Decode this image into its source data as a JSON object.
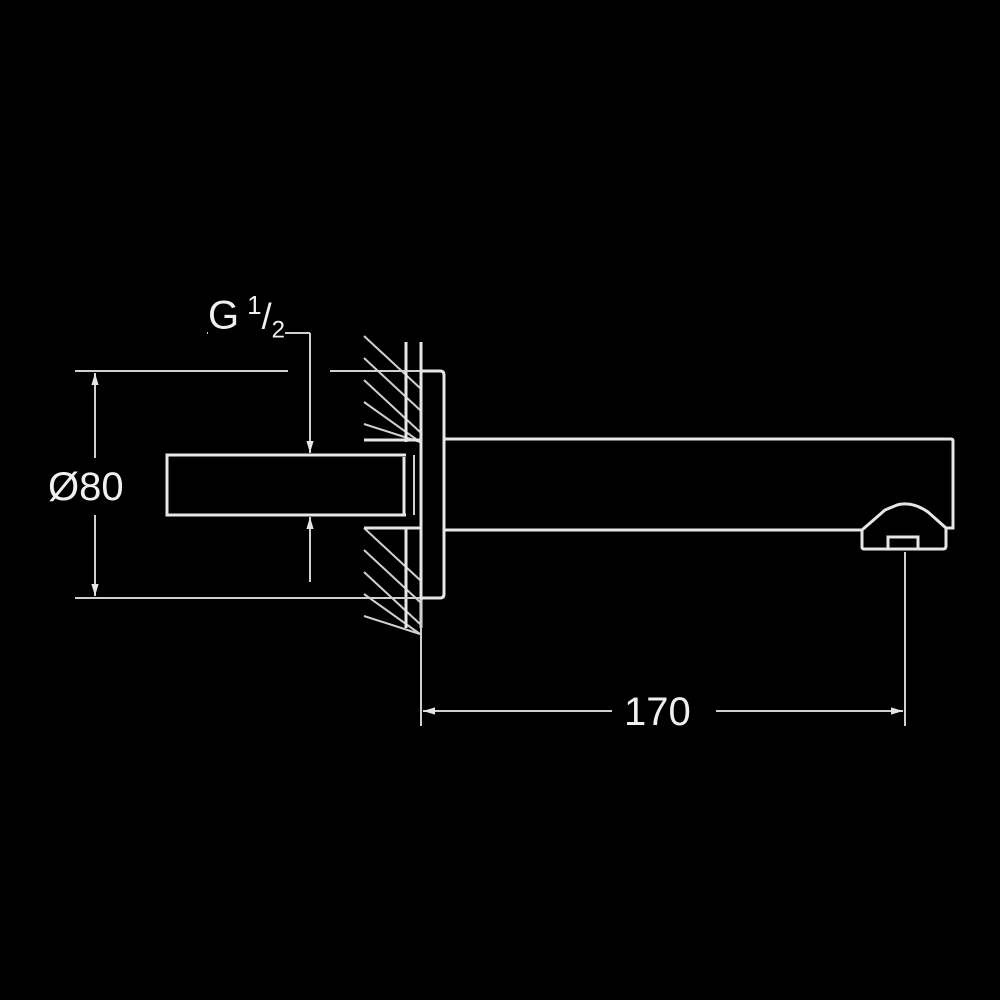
{
  "drawing": {
    "thread_label": {
      "prefix": "G",
      "numerator": "1",
      "denominator": "2"
    },
    "diameter_label": "Ø80",
    "projection_label": "170",
    "line_color": "#e6e6e6",
    "background_color": "#000000"
  }
}
